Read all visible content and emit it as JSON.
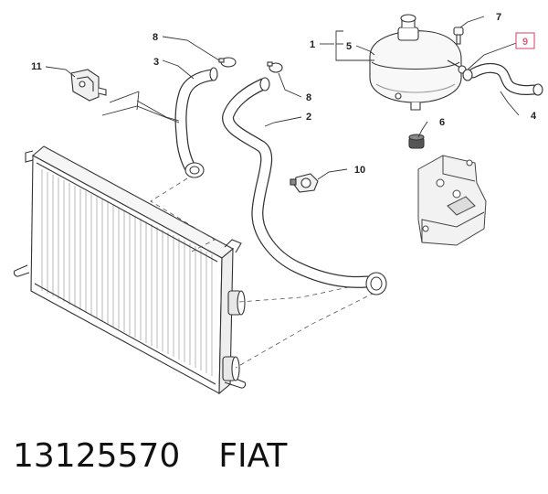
{
  "diagram": {
    "labels": {
      "l1": "1",
      "l2": "2",
      "l3": "3",
      "l4": "4",
      "l5": "5",
      "l6": "6",
      "l7": "7",
      "l8a": "8",
      "l8b": "8",
      "l9": "9",
      "l10": "10",
      "l11": "11"
    },
    "highlight_color": "#e0607a"
  },
  "caption": {
    "part_number": "13125570",
    "brand": "FIAT"
  }
}
